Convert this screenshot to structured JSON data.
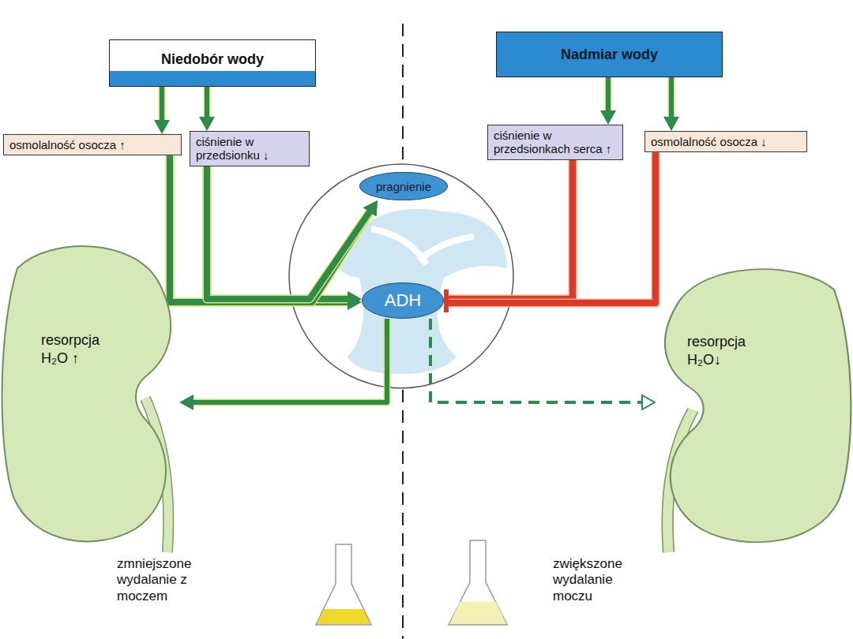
{
  "diagram": {
    "nodes": [
      {
        "text": [
          "Niedobór wody"
        ]
      },
      {
        "text": [
          "osmolalność osocza ↑"
        ]
      },
      {
        "text": [
          "ciśnienie w przedsionku ↓"
        ]
      },
      {
        "text": [
          "Nadmiar wody"
        ]
      },
      {
        "text": [
          "ciśnienie w przedsionkach serca ↑"
        ]
      },
      {
        "text": [
          "osmolalność osocza ↓"
        ]
      },
      {
        "text": [
          "pragnienie"
        ]
      },
      {
        "text": [
          "ADH"
        ]
      },
      {
        "text": [
          "resorpcja H₂O ↑"
        ]
      },
      {
        "text": [
          "resorpcja H₂O↓"
        ]
      }
    ],
    "edges": [
      {
        "from": 0,
        "to": 1,
        "arrow": "to"
      },
      {
        "from": 0,
        "to": 2,
        "arrow": "to"
      },
      {
        "from": 3,
        "to": 4,
        "arrow": "to"
      },
      {
        "from": 3,
        "to": 5,
        "arrow": "to"
      },
      {
        "from": 1,
        "to": 7,
        "arrow": "to"
      },
      {
        "from": 2,
        "to": 7,
        "arrow": "to"
      },
      {
        "from": 1,
        "to": 6,
        "arrow": "to"
      },
      {
        "from": 2,
        "to": 6,
        "arrow": "to"
      },
      {
        "from": 4,
        "to": 7,
        "arrow": "to"
      },
      {
        "from": 5,
        "to": 7,
        "arrow": "to"
      },
      {
        "from": 7,
        "to": 8,
        "arrow": "to"
      },
      {
        "from": 7,
        "to": 9,
        "arrow": "to"
      }
    ],
    "labels": [
      "zmniejszone wydalanie z moczem",
      "zwiększone wydalanie moczu"
    ]
  }
}
